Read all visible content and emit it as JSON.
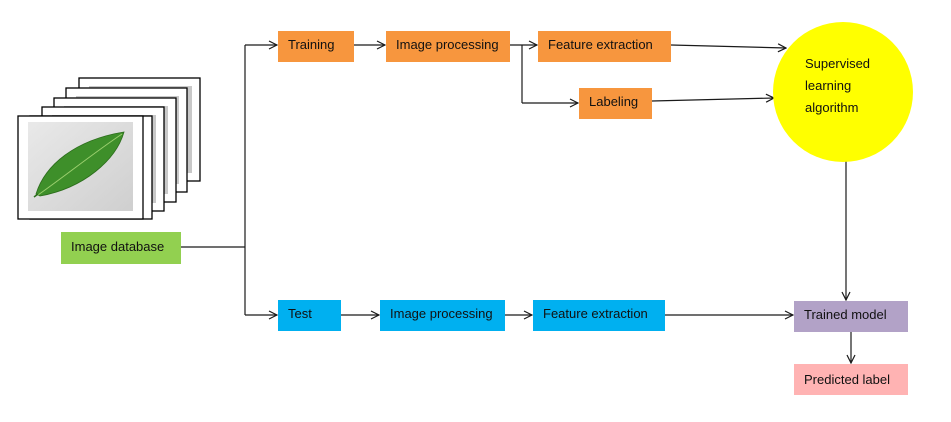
{
  "colors": {
    "orange": "#F7963E",
    "blue": "#00B0F0",
    "green": "#92D050",
    "yellow": "#FFFF00",
    "purple": "#B2A2C7",
    "pink": "#FFB3B3",
    "leaf": "#3E8F2A",
    "arrow": "#1a1a1a"
  },
  "nodes": {
    "image_database": "Image database",
    "training": "Training",
    "training_image_processing": "Image processing",
    "training_feature_extraction": "Feature extraction",
    "labeling": "Labeling",
    "supervised": {
      "line1": "Supervised",
      "line2": "learning",
      "line3": "algorithm"
    },
    "test": "Test",
    "test_image_processing": "Image processing",
    "test_feature_extraction": "Feature extraction",
    "trained_model": "Trained model",
    "predicted_label": "Predicted label"
  }
}
